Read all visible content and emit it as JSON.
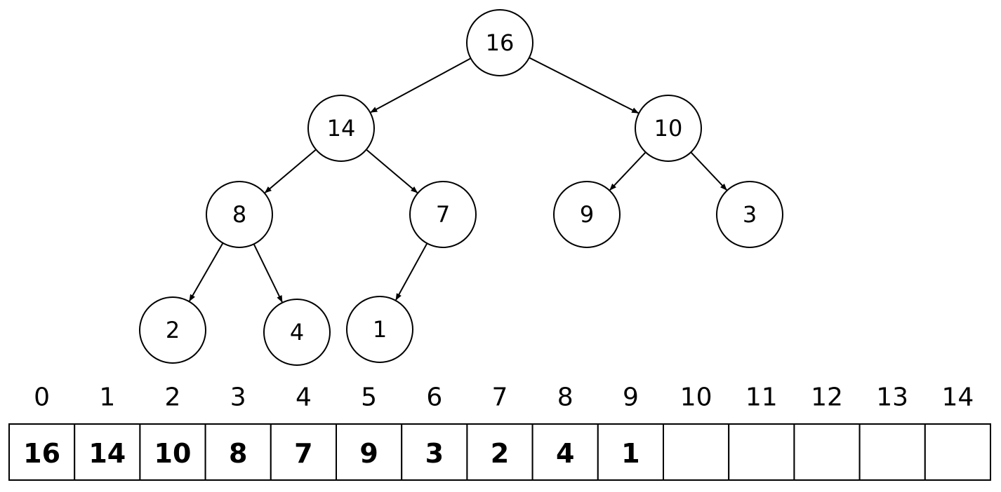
{
  "tree": {
    "nodes": [
      {
        "id": "n0",
        "label": "16"
      },
      {
        "id": "n1",
        "label": "14"
      },
      {
        "id": "n2",
        "label": "10"
      },
      {
        "id": "n3",
        "label": "8"
      },
      {
        "id": "n4",
        "label": "7"
      },
      {
        "id": "n5",
        "label": "9"
      },
      {
        "id": "n6",
        "label": "3"
      },
      {
        "id": "n7",
        "label": "2"
      },
      {
        "id": "n8",
        "label": "4"
      },
      {
        "id": "n9",
        "label": "1"
      }
    ],
    "edges": [
      {
        "from": "n0",
        "to": "n1"
      },
      {
        "from": "n0",
        "to": "n2"
      },
      {
        "from": "n1",
        "to": "n3"
      },
      {
        "from": "n1",
        "to": "n4"
      },
      {
        "from": "n2",
        "to": "n5"
      },
      {
        "from": "n2",
        "to": "n6"
      },
      {
        "from": "n3",
        "to": "n7"
      },
      {
        "from": "n3",
        "to": "n8"
      },
      {
        "from": "n4",
        "to": "n9"
      }
    ]
  },
  "array": {
    "indices": [
      "0",
      "1",
      "2",
      "3",
      "4",
      "5",
      "6",
      "7",
      "8",
      "9",
      "10",
      "11",
      "12",
      "13",
      "14"
    ],
    "values": [
      "16",
      "14",
      "10",
      "8",
      "7",
      "9",
      "3",
      "2",
      "4",
      "1",
      "",
      "",
      "",
      "",
      ""
    ]
  }
}
